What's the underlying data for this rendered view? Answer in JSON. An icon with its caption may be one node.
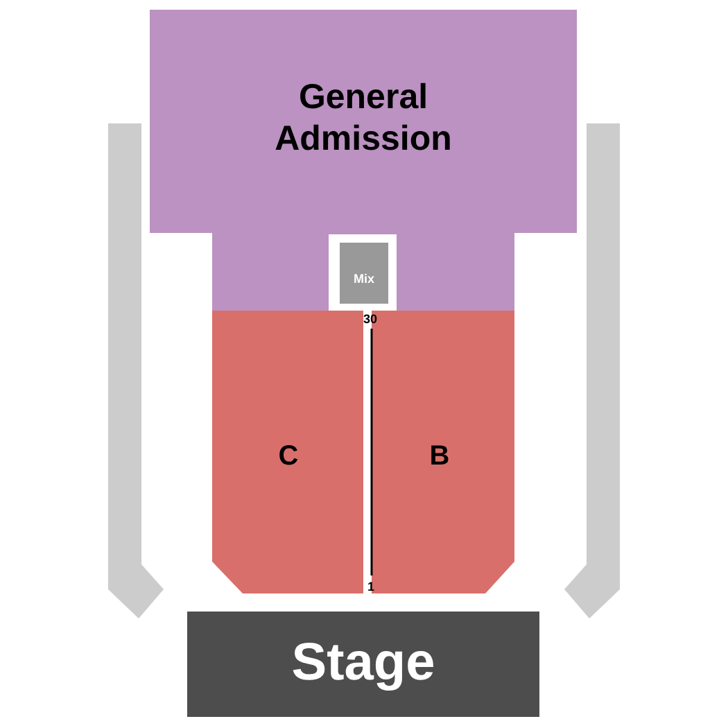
{
  "diagram": {
    "nodes": [
      {
        "text": [
          "General Admission"
        ]
      },
      {
        "text": [
          "Mix"
        ],
        "in": 0
      },
      {
        "text": [
          "C"
        ]
      },
      {
        "text": [
          "B"
        ]
      },
      {
        "text": [
          "Stage"
        ]
      },
      {
        "text": [],
        "shape": "bar"
      },
      {
        "text": [],
        "shape": "bar"
      }
    ],
    "labels": [
      "30",
      "1"
    ]
  }
}
